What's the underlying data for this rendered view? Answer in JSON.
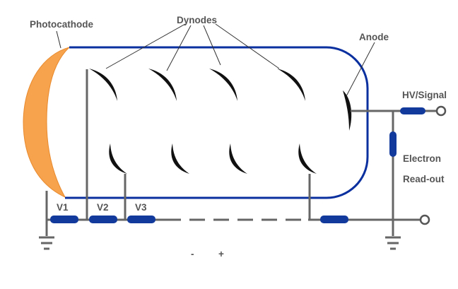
{
  "labels": {
    "photocathode": "Photocathode",
    "dynodes": "Dynodes",
    "anode": "Anode",
    "hv_signal": "HV/Signal",
    "electron": "Electron",
    "readout": "Read-out",
    "v1": "V1",
    "v2": "V2",
    "v3": "V3",
    "minus": "-",
    "plus": "+"
  },
  "colors": {
    "tube_outline": "#0a2f9e",
    "photocathode_fill": "#f7a24c",
    "resistor": "#123a9c",
    "wire": "#666666",
    "dynode": "#111111",
    "label_text": "#555555"
  }
}
